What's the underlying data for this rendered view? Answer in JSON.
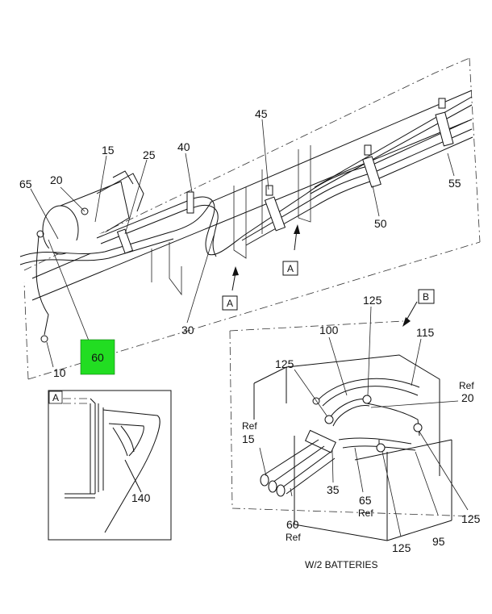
{
  "callouts": {
    "c65": "65",
    "c20": "20",
    "c15": "15",
    "c25": "25",
    "c40": "40",
    "c45": "45",
    "c55": "55",
    "c50": "50",
    "c30": "30",
    "c10": "10",
    "c60_highlight": "60",
    "cA_main": "A",
    "cA_main2": "A",
    "cB": "B",
    "c125_top": "125",
    "c100": "100",
    "c115": "115",
    "c125_left": "125",
    "ref1": "Ref",
    "c20_ref": "20",
    "ref2": "Ref",
    "c15_ref": "15",
    "c35": "35",
    "c65_det": "65",
    "ref3": "Ref",
    "c60_det": "60",
    "ref4": "Ref",
    "c125_bot": "125",
    "c95": "95",
    "c125_right": "125",
    "detailA_tag": "A",
    "c140": "140"
  },
  "caption": "W/2 BATTERIES",
  "colors": {
    "highlight": "#22dd22",
    "ink": "#111111",
    "background": "#ffffff"
  }
}
